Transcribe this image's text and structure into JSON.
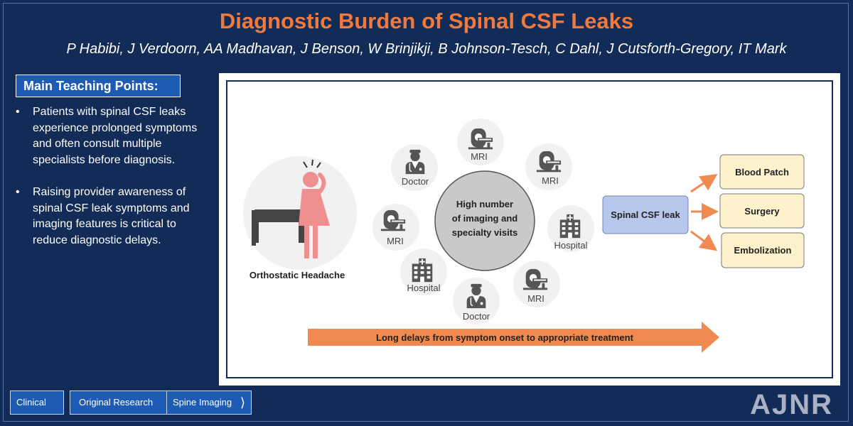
{
  "title": "Diagnostic Burden of Spinal CSF Leaks",
  "authors": "P Habibi, J Verdoorn, AA Madhavan, J Benson, W Brinjikji, B Johnson-Tesch, C Dahl, J Cutsforth-Gregory, IT Mark",
  "teaching": {
    "heading": "Main Teaching Points:",
    "points": [
      "Patients with spinal CSF leaks experience prolonged symptoms and often consult multiple specialists before diagnosis.",
      "Raising provider awareness of spinal CSF leak symptoms and imaging features is critical to reduce diagnostic delays."
    ]
  },
  "diagram": {
    "patient_label": "Orthostatic Headache",
    "center_lines": [
      "High number",
      "of imaging and",
      "specialty visits"
    ],
    "visits": [
      {
        "label": "MRI",
        "icon": "mri-scanner-icon"
      },
      {
        "label": "MRI",
        "icon": "mri-scanner-icon"
      },
      {
        "label": "Hospital",
        "icon": "hospital-icon"
      },
      {
        "label": "MRI",
        "icon": "mri-scanner-icon"
      },
      {
        "label": "Doctor",
        "icon": "doctor-icon"
      },
      {
        "label": "Hospital",
        "icon": "hospital-icon"
      },
      {
        "label": "MRI",
        "icon": "mri-scanner-icon"
      },
      {
        "label": "Doctor",
        "icon": "doctor-icon"
      }
    ],
    "leak_label": "Spinal CSF leak",
    "treatments": [
      "Blood Patch",
      "Surgery",
      "Embolization"
    ],
    "delay_label": "Long delays from symptom onset to appropriate treatment",
    "colors": {
      "orange": "#f08a50",
      "treatment_fill": "#fdf2cc",
      "leak_fill": "#b8c8ec",
      "center_fill": "#c9c9c9",
      "person": "#f08f8f"
    }
  },
  "tags": [
    "Clinical",
    "Original Research",
    "Spine Imaging"
  ],
  "logo": "AJNR"
}
